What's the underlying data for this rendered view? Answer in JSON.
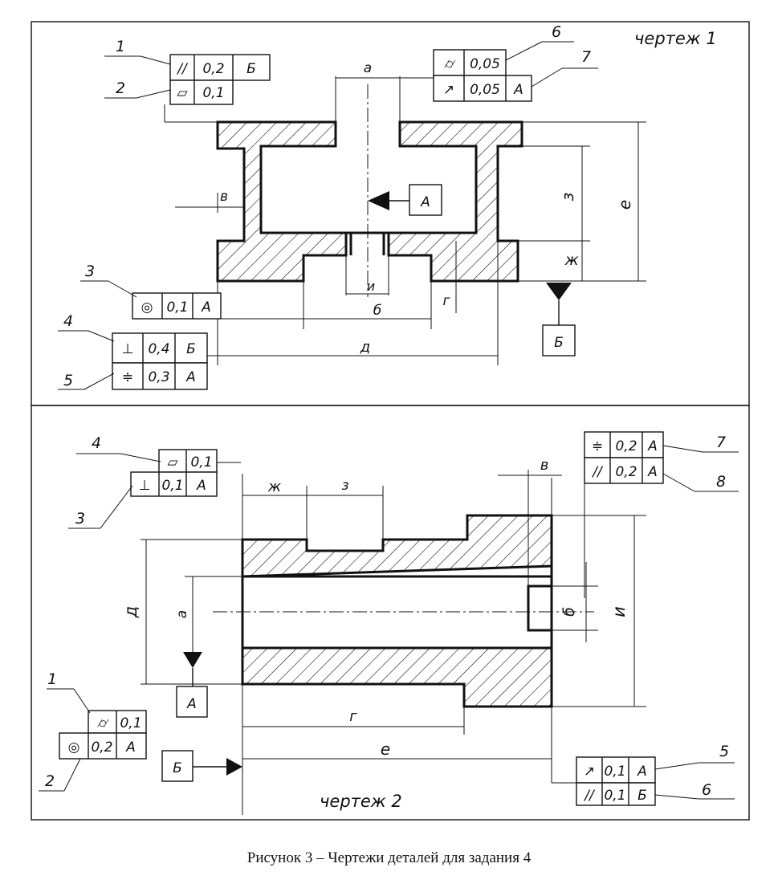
{
  "drawing1": {
    "title": "чертеж 1",
    "datums": [
      "А",
      "Б"
    ],
    "dims": {
      "a": "а",
      "b": "б",
      "v": "в",
      "g": "г",
      "d": "д",
      "e": "е",
      "zh": "ж",
      "z": "з",
      "i": "и"
    },
    "callouts": [
      "1",
      "2",
      "3",
      "4",
      "5",
      "6",
      "7"
    ],
    "frames": {
      "f1": [
        "//",
        "0,2",
        "Б"
      ],
      "f2": [
        "▱",
        "0,1"
      ],
      "f3": [
        "◎",
        "0,1",
        "А"
      ],
      "f4": [
        "⊥",
        "0,4",
        "Б"
      ],
      "f5": [
        "≑",
        "0,3",
        "А"
      ],
      "f6": [
        "⌭",
        "0,05"
      ],
      "f7": [
        "↗",
        "0,05",
        "А"
      ]
    }
  },
  "drawing2": {
    "title": "чертеж 2",
    "datums": [
      "А",
      "Б"
    ],
    "dims": {
      "a": "а",
      "b": "б",
      "v": "в",
      "g": "г",
      "d": "д",
      "e": "е",
      "zh": "ж",
      "z": "з",
      "i": "и"
    },
    "callouts": [
      "1",
      "2",
      "3",
      "4",
      "5",
      "6",
      "7",
      "8"
    ],
    "frames": {
      "f1": [
        "⌭",
        "0,1"
      ],
      "f2": [
        "◎",
        "0,2",
        "А"
      ],
      "f3": [
        "⊥",
        "0,1",
        "А"
      ],
      "f4": [
        "▱",
        "0,1"
      ],
      "f5": [
        "↗",
        "0,1",
        "А"
      ],
      "f6": [
        "//",
        "0,1",
        "Б"
      ],
      "f7": [
        "≑",
        "0,2",
        "А"
      ],
      "f8": [
        "//",
        "0,2",
        "А"
      ]
    }
  },
  "caption": "Рисунок 3 – Чертежи деталей для задания 4"
}
